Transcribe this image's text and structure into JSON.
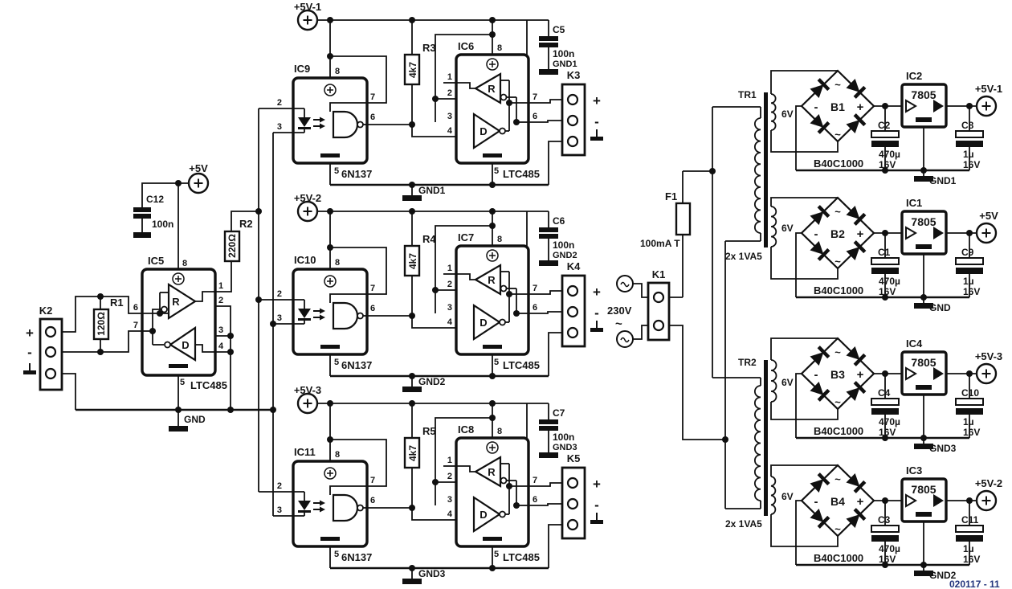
{
  "meta": {
    "footer_code": "020117 - 11"
  },
  "colors": {
    "line": "#101010",
    "footer_code": "#23357d"
  },
  "pins": {
    "p1": "1",
    "p2": "2",
    "p3": "3",
    "p4": "4",
    "p5": "5",
    "p6": "6",
    "p7": "7",
    "p8": "8"
  },
  "sym": {
    "plus": "+",
    "minus": "-",
    "tilde": "~",
    "r": "R",
    "d": "D"
  },
  "master": {
    "supply": "+5V",
    "ic": {
      "ref": "IC5",
      "part": "LTC485"
    },
    "conn": {
      "ref": "K2"
    },
    "r1": {
      "ref": "R1",
      "value": "120Ω"
    },
    "r2": {
      "ref": "R2",
      "value": "220Ω"
    },
    "c12": {
      "ref": "C12",
      "value": "100n"
    },
    "gnd": "GND"
  },
  "channels": [
    {
      "supply": "+5V-1",
      "opto": "IC9",
      "opto_part": "6N137",
      "res": "R3",
      "res_val": "4k7",
      "ltc": "IC6",
      "ltc_part": "LTC485",
      "cap": "C5",
      "cap_val": "100n",
      "cap_gnd": "GND1",
      "conn": "K3",
      "gnd": "GND1"
    },
    {
      "supply": "+5V-2",
      "opto": "IC10",
      "opto_part": "6N137",
      "res": "R4",
      "res_val": "4k7",
      "ltc": "IC7",
      "ltc_part": "LTC485",
      "cap": "C6",
      "cap_val": "100n",
      "cap_gnd": "GND2",
      "conn": "K4",
      "gnd": "GND2"
    },
    {
      "supply": "+5V-3",
      "opto": "IC11",
      "opto_part": "6N137",
      "res": "R5",
      "res_val": "4k7",
      "ltc": "IC8",
      "ltc_part": "LTC485",
      "cap": "C7",
      "cap_val": "100n",
      "cap_gnd": "GND3",
      "conn": "K5",
      "gnd": "GND3"
    }
  ],
  "psu": {
    "mains": "230V",
    "k1": "K1",
    "fuse": {
      "ref": "F1",
      "value": "100mA T"
    },
    "tr1": {
      "ref": "TR1",
      "rating": "2x 1VA5"
    },
    "tr2": {
      "ref": "TR2",
      "rating": "2x 1VA5"
    },
    "sec_v": "6V",
    "rails": [
      {
        "bridge": "B1",
        "bridge_part": "B40C1000",
        "reg": "IC2",
        "reg_part": "7805",
        "cap_big": "C2",
        "cap_big_val": "470µ",
        "cap_big_v": "16V",
        "cap_small": "C8",
        "cap_small_val": "1µ",
        "cap_small_v": "16V",
        "out": "+5V-1",
        "gnd": "GND1"
      },
      {
        "bridge": "B2",
        "bridge_part": "B40C1000",
        "reg": "IC1",
        "reg_part": "7805",
        "cap_big": "C1",
        "cap_big_val": "470µ",
        "cap_big_v": "16V",
        "cap_small": "C9",
        "cap_small_val": "1µ",
        "cap_small_v": "16V",
        "out": "+5V",
        "gnd": "GND"
      },
      {
        "bridge": "B3",
        "bridge_part": "B40C1000",
        "reg": "IC4",
        "reg_part": "7805",
        "cap_big": "C4",
        "cap_big_val": "470µ",
        "cap_big_v": "16V",
        "cap_small": "C10",
        "cap_small_val": "1µ",
        "cap_small_v": "16V",
        "out": "+5V-3",
        "gnd": "GND3"
      },
      {
        "bridge": "B4",
        "bridge_part": "B40C1000",
        "reg": "IC3",
        "reg_part": "7805",
        "cap_big": "C3",
        "cap_big_val": "470µ",
        "cap_big_v": "16V",
        "cap_small": "C11",
        "cap_small_val": "1µ",
        "cap_small_v": "16V",
        "out": "+5V-2",
        "gnd": "GND2"
      }
    ]
  }
}
